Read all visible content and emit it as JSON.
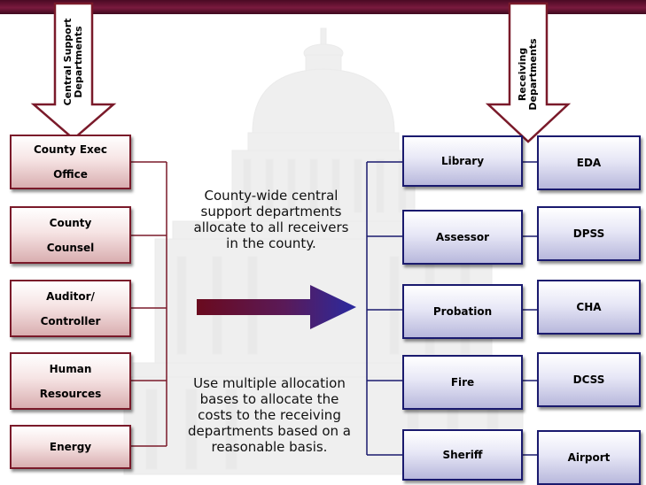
{
  "header": {
    "bar_color": "#6a1232"
  },
  "central": {
    "arrow_label": "Central Support\nDepartments",
    "departments": [
      "County Exec\nOffice",
      "County\nCounsel",
      "Auditor/\nController",
      "Human\nResources",
      "Energy"
    ]
  },
  "receiving": {
    "arrow_label": "Receiving\nDepartments",
    "left_column": [
      "Library",
      "Assessor",
      "Probation",
      "Fire",
      "Sheriff"
    ],
    "right_column": [
      "EDA",
      "DPSS",
      "CHA",
      "DCSS",
      "Airport"
    ]
  },
  "notes": {
    "top": "County-wide central\nsupport departments\nallocate to all receivers\nin the county.",
    "bottom": "Use multiple allocation\nbases to allocate the\ncosts to the receiving\ndepartments based on a\nreasonable basis."
  },
  "colors": {
    "central": "#7a1a2a",
    "receiving": "#1a1a6e",
    "arrow_start": "#6a0a1e",
    "arrow_end": "#2a2aa0"
  }
}
